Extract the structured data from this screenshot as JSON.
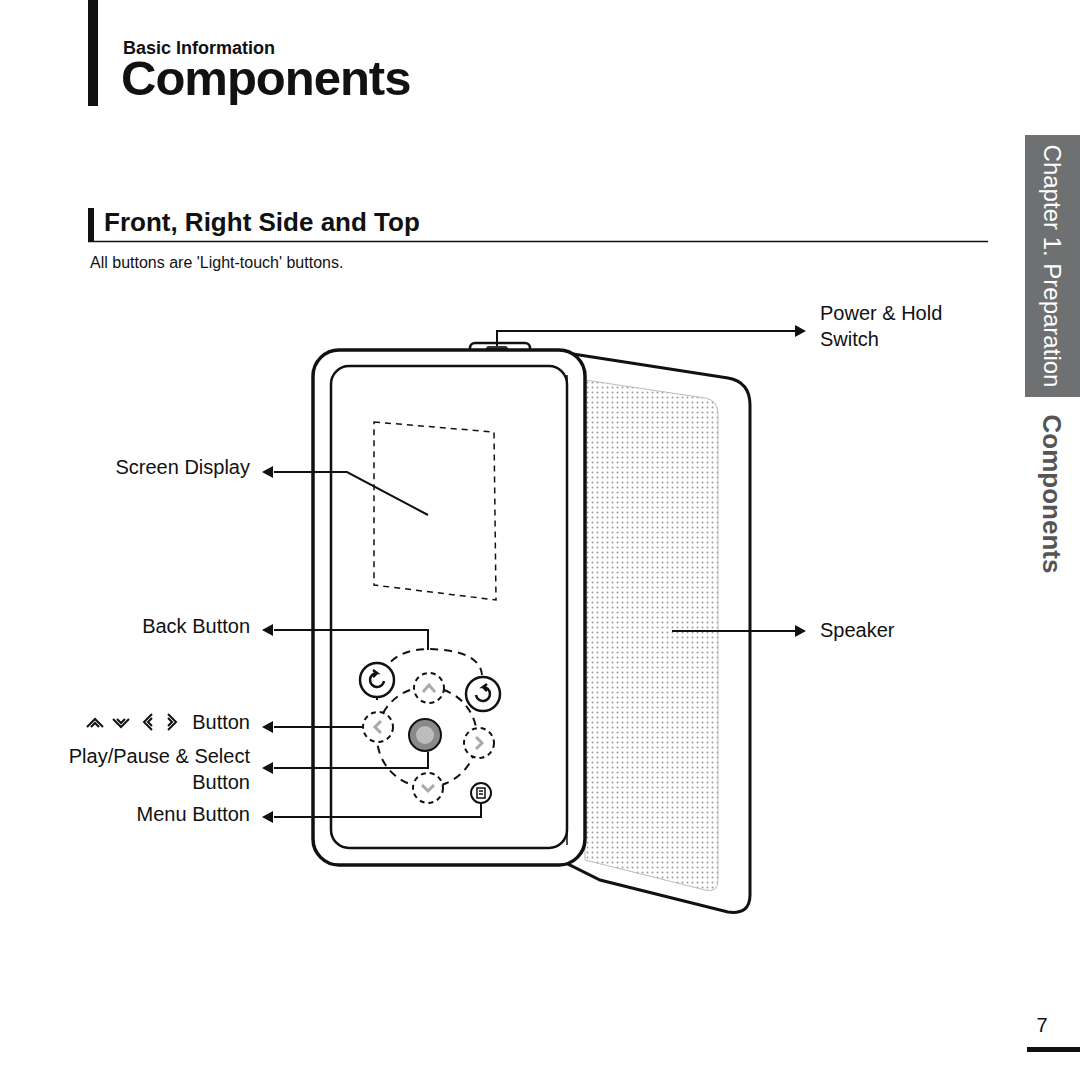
{
  "diagram": {
    "title": "Components",
    "nodes": [
      {
        "text": [
          "Chapter 1. Preparation"
        ]
      }
    ],
    "labels": [
      "Basic Information",
      "Front, Right Side and Top",
      "All buttons are 'Light-touch' buttons.",
      "Power & Hold Switch",
      "Screen Display",
      "Back Button",
      "Button",
      "Play/Pause & Select Button",
      "Menu Button",
      "Speaker",
      "Components",
      "7"
    ]
  }
}
